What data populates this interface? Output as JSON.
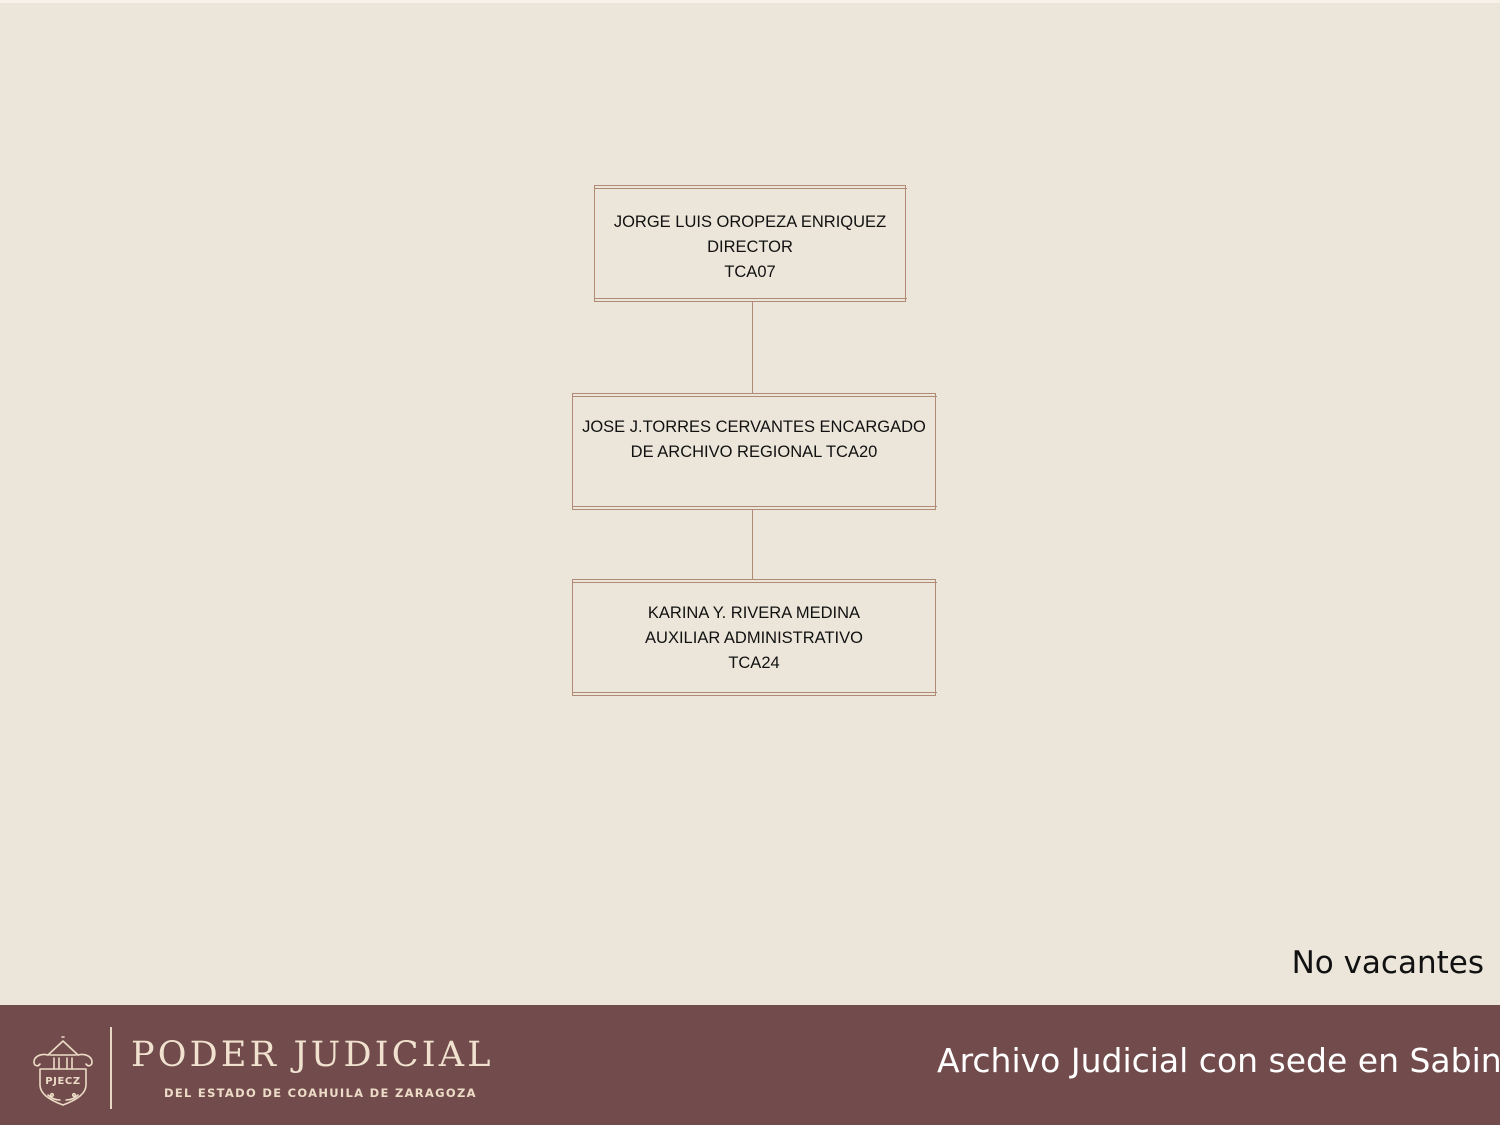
{
  "org_chart": {
    "nodes": [
      {
        "id": "director",
        "lines": [
          "JORGE LUIS  OROPEZA  ENRIQUEZ",
          "DIRECTOR",
          "TCA07"
        ]
      },
      {
        "id": "encargado",
        "lines": [
          "JOSE   J.TORRES CERVANTES ENCARGADO",
          "DE ARCHIVO REGIONAL TCA20"
        ]
      },
      {
        "id": "auxiliar",
        "lines": [
          "KARINA Y. RIVERA MEDINA",
          "AUXILIAR ADMINISTRATIVO",
          "TCA24"
        ]
      }
    ],
    "edges": [
      {
        "from": "director",
        "to": "encargado"
      },
      {
        "from": "encargado",
        "to": "auxiliar"
      }
    ]
  },
  "vacancy_note": "No vacantes",
  "footer": {
    "logo": {
      "seal_text": "PJECZ",
      "title": "PODER JUDICIAL",
      "subtitle": "DEL ESTADO DE COAHUILA DE ZARAGOZA"
    },
    "caption": "Archivo Judicial con sede en Sabinas"
  },
  "colors": {
    "background": "#ece6da",
    "box_border": "#b08a74",
    "footer_background": "#724c4c",
    "logo_text": "#f0e2cf",
    "caption_text": "#ffffff"
  }
}
